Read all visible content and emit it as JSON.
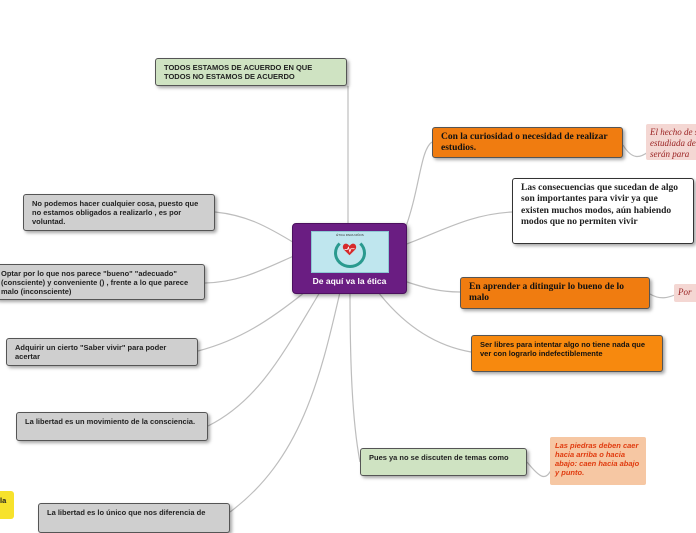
{
  "central": {
    "title": "De aquí va la ética",
    "image_caption": "ÉTICA PARA NIÑOS"
  },
  "nodes": {
    "todos": "TODOS ESTAMOS DE ACUERDO EN QUE TODOS NO ESTAMOS DE ACUERDO",
    "no_podemos": "No podemos hacer cualquier cosa, puesto que no estamos obligados a realizarlo , es por voluntad.",
    "optar": "Optar por lo que nos parece \"bueno\" \"adecuado\" (consciente) y conveniente () , frente a lo que parece malo (inconsciente)",
    "adquirir": "Adquirir un cierto \"Saber vivir\" para poder acertar",
    "libertad_mov": "La libertad es un movimiento de la consciencia.",
    "libertad_unico": "La libertad es lo único que nos diferencia de",
    "yellow_fragment": "la",
    "curiosidad": "Con la curiosidad o necesidad de realizar estudios.",
    "curiosidad_note": "El hecho de ser estudiada desde serán para",
    "consecuencias": "Las consecuencias que sucedan de algo son importantes para vivir ya que existen muchos modos, aún habiendo modos que no permiten vivir",
    "aprender": "En aprender a ditinguir lo bueno de lo malo",
    "aprender_note": "Por",
    "libres": "Ser libres para intentar algo no tiene nada que ver con lograrlo indefectiblemente",
    "pues_ya": "Pues ya no se discuten de temas como",
    "piedras": "Las piedras deben caer hacia arriba o hacia abajo: caen hacia abajo y punto."
  },
  "colors": {
    "central": "#6a1d82",
    "orange_node": "#f07c10",
    "gray_node": "#cfcfcf",
    "green_node": "#cfe3c2",
    "connector": "#b9b9b9"
  }
}
